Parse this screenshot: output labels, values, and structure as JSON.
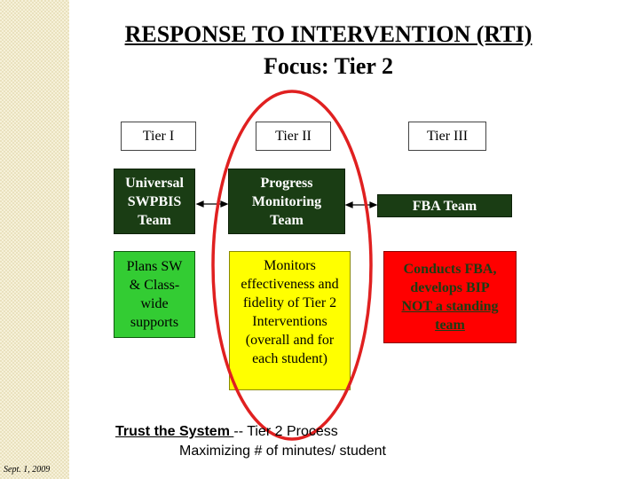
{
  "slide": {
    "title": "RESPONSE TO INTERVENTION (RTI)",
    "subtitle": "Focus: Tier 2",
    "date": "Sept. 1, 2009"
  },
  "tiers": {
    "tier1": {
      "header": "Tier I",
      "team_lines": [
        "Universal",
        "SWPBIS",
        "Team"
      ],
      "role_lines": [
        "Plans SW",
        "& Class-",
        "wide",
        "supports"
      ]
    },
    "tier2": {
      "header": "Tier II",
      "team_lines": [
        "Progress",
        "Monitoring",
        "Team"
      ],
      "role_lines": [
        "Monitors",
        "effectiveness and",
        "fidelity of Tier 2",
        "Interventions",
        "(overall and for",
        "each student)"
      ]
    },
    "tier3": {
      "header": "Tier III",
      "team_lines": [
        "FBA Team"
      ],
      "role_lines": [
        "Conducts FBA,",
        "develops BIP"
      ],
      "role_underlined_lines": [
        "NOT a standing",
        "team"
      ]
    }
  },
  "footer": {
    "trust_label": "Trust the System ",
    "trust_rest": "-- Tier 2 Process",
    "line2": "Maximizing # of minutes/ student"
  },
  "colors": {
    "team_box": "#1a3d14",
    "tier1_role": "#33cc33",
    "tier2_role": "#ffff00",
    "tier3_role": "#ff0000",
    "focus_ellipse": "#e02020"
  }
}
